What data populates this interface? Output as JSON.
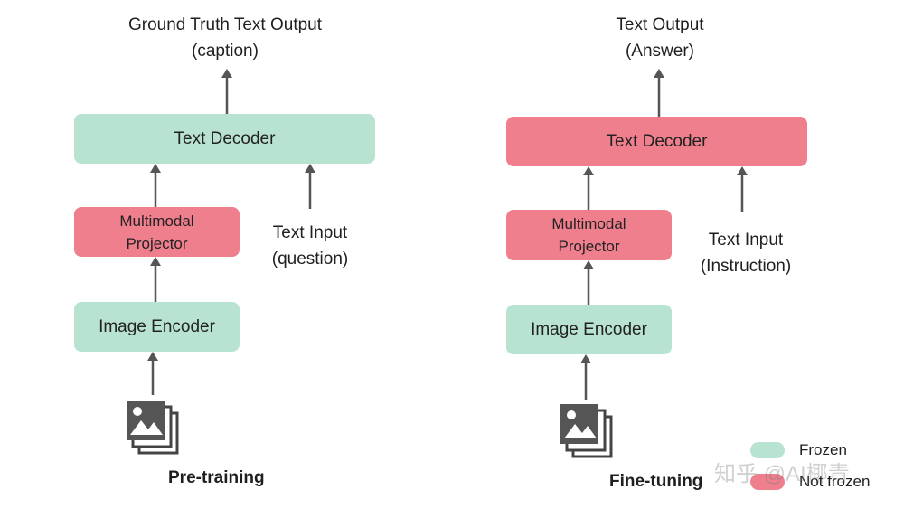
{
  "pretraining": {
    "output_line1": "Ground Truth Text Output",
    "output_line2": "(caption)",
    "decoder_label": "Text Decoder",
    "projector_line1": "Multimodal",
    "projector_line2": "Projector",
    "text_input_line1": "Text Input",
    "text_input_line2": "(question)",
    "encoder_label": "Image Encoder",
    "caption": "Pre-training"
  },
  "finetuning": {
    "output_line1": "Text Output",
    "output_line2": "(Answer)",
    "decoder_label": "Text Decoder",
    "projector_line1": "Multimodal",
    "projector_line2": "Projector",
    "text_input_line1": "Text Input",
    "text_input_line2": "(Instruction)",
    "encoder_label": "Image Encoder",
    "caption": "Fine-tuning"
  },
  "legend": {
    "frozen_label": "Frozen",
    "not_frozen_label": "Not frozen",
    "frozen_color": "#b8e3d1",
    "not_frozen_color": "#f07f8e"
  },
  "watermark": "知乎 @AI椰青"
}
